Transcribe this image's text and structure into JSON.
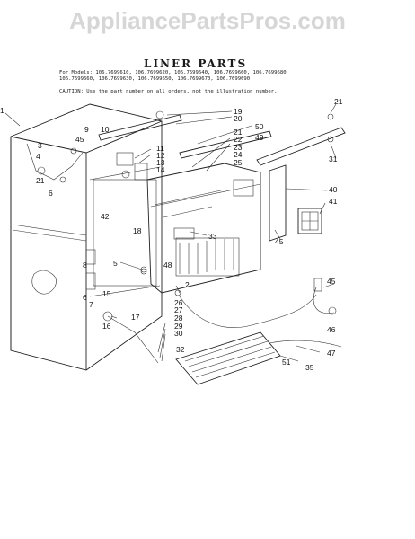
{
  "watermark": "AppliancePartsPros.com",
  "title": "LINER PARTS",
  "models_lines": [
    "For Models: 106.7699610, 106.7699620, 106.7699640, 106.7699660, 106.7699680",
    "106.7699660, 106.7699630, 106.7699650, 106.7699670, 106.7699690"
  ],
  "caution": "CAUTION: Use the part number on all orders, not the illustration number.",
  "callouts": [
    "1",
    "2",
    "3",
    "4",
    "5",
    "6",
    "7",
    "8",
    "9",
    "10",
    "11",
    "12",
    "13",
    "14",
    "15",
    "16",
    "17",
    "18",
    "19",
    "20",
    "21",
    "21",
    "21",
    "22",
    "23",
    "24",
    "25",
    "26",
    "27",
    "28",
    "29",
    "30",
    "31",
    "32",
    "33",
    "40",
    "41",
    "42",
    "45",
    "45",
    "45",
    "46",
    "47",
    "48",
    "49",
    "50",
    "51"
  ],
  "page_number": "35"
}
